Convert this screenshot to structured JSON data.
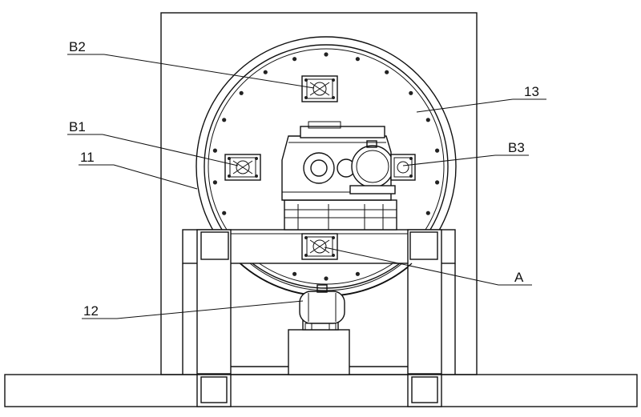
{
  "labels": {
    "b2": "B2",
    "b1": "B1",
    "l11": "11",
    "l13": "13",
    "b3": "B3",
    "a": "A",
    "l12": "12"
  },
  "colors": {
    "line": "#111111",
    "background": "#ffffff"
  }
}
